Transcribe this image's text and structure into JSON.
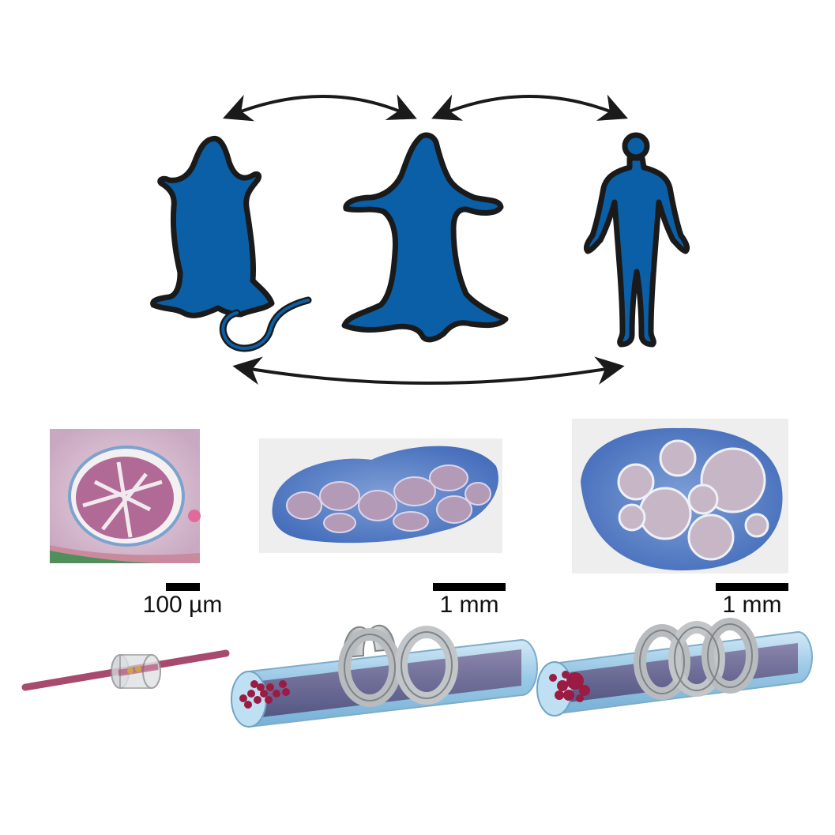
{
  "colors": {
    "silhouette_fill": "#0a5fa6",
    "silhouette_outline": "#1a1a1a",
    "arrow": "#1a1a1a",
    "histology_stain_rat": "#b56a9a",
    "histology_stain_pig_human": "#4a73c0",
    "nerve_fascicle": "#8a1c3c",
    "cuff": "#cfd2d4",
    "nerve_sheath": "#9ccbe8"
  },
  "icons": {
    "species": [
      "rat-silhouette-icon",
      "pig-silhouette-icon",
      "human-silhouette-icon"
    ],
    "arrows": [
      "rat-pig-double-arrow-icon",
      "pig-human-double-arrow-icon",
      "rat-human-double-arrow-icon"
    ]
  },
  "scale_bars": {
    "rat": "100 µm",
    "pig": "1 mm",
    "human": "1 mm"
  }
}
